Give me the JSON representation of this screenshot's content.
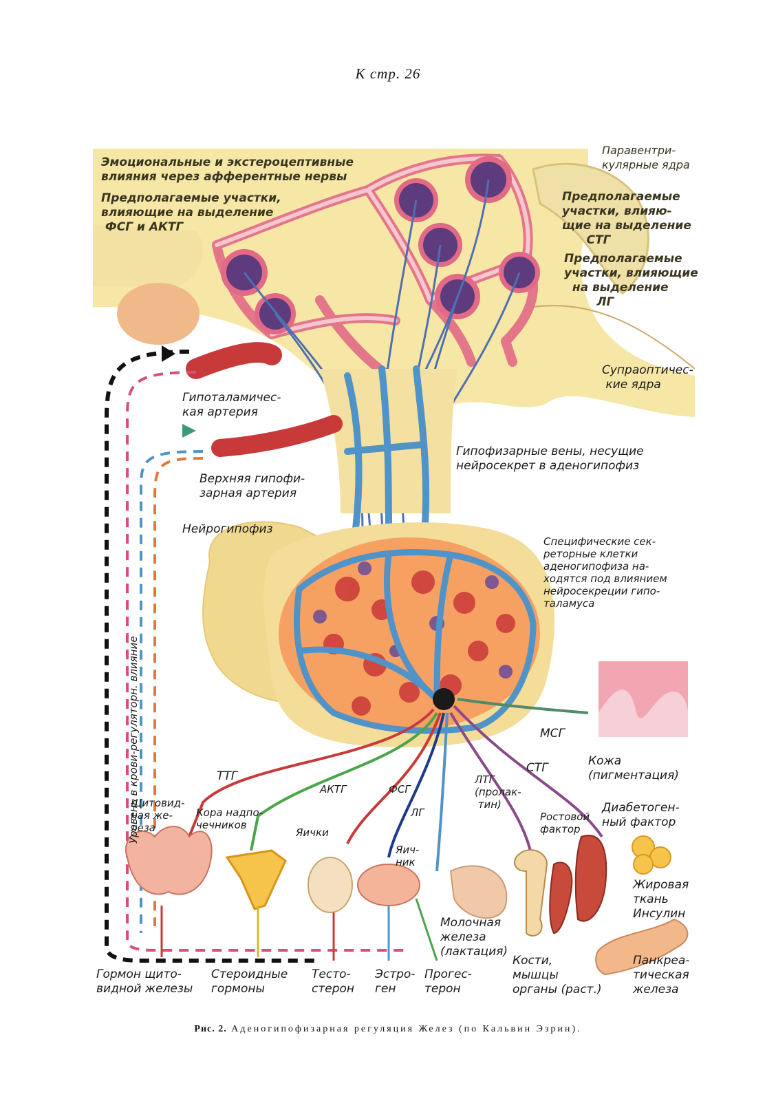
{
  "header": {
    "page_ref": "К   стр.   26"
  },
  "figure": {
    "labels": {
      "emotional": "Эмоциональные и экстероцептивные\nвлияния через афферентные нервы",
      "assumed_fsg_aktg": "Предполагаемые участки,\nвлияющие на выделение\n ФСГ и АКТГ",
      "paraventricular": "Паравентри-\nкулярные ядра",
      "assumed_stg": "Предполагаемые\nучастки, влияю-\nщие на выделение\n      СТГ",
      "assumed_lg": "Предполагаемые\nучастки, влияющие\n  на выделение\n        ЛГ",
      "supraoptic": "Супраоптичес-\n кие ядра",
      "hypothalamic_artery": "Гипоталамичес-\nкая артерия",
      "hypophyseal_veins": "Гипофизарные вены, несущие\nнейросекрет в аденогипофиз",
      "superior_artery": "Верхняя гипофи-\nзарная артерия",
      "neurohypophysis": "Нейрогипофиз",
      "specific_cells": "Специфические сек-\nреторные клетки\nаденогипофиза на-\nходятся под влиянием\nнейросекреции гипо-\nталамуса",
      "vertical_blood": "Уровень в крови-регуляторн. влияние",
      "msg": "МСГ",
      "skin": "Кожа\n(пигментация)",
      "ttg": "ТТГ",
      "aktg": "АКТГ",
      "fsg": "ФСГ",
      "ltg": "ЛТГ\n(пролак-\n тин)",
      "stg": "СТГ",
      "lg": "ЛГ",
      "thyroid": "Щитовид-\nная же-\nлеза",
      "adrenal_cortex": "Кора надпо-\nчечников",
      "testes": "Яички",
      "ovaries": "Яич-\nник",
      "growth_factor": "Ростовой\nфактор",
      "diabetogenic": "Диабетоген-\nный фактор",
      "adipose": "Жировая\nткань\nИнсулин",
      "mammary": "Молочная\nжелеза\n(лактация)",
      "bones": "Кости,\nмышцы\nорганы (раст.)",
      "pancreas": "Панкреа-\nтическая\nжелеза",
      "thyroid_hormone": "Гормон щито-\nвидной железы",
      "steroid": "Стероидные\nгормоны",
      "testosterone": "Тесто-\nстерон",
      "estrogen": "Эстро-\nген",
      "progesterone": "Прогес-\nтерон"
    }
  },
  "caption": {
    "prefix": "Рис. 2.",
    "text": " Аденогипофизарная регуляция Желез (по Кальвин Эзрин)."
  },
  "colors": {
    "background_tissue": "#f6e7a6",
    "vessel_pink": "#e26a86",
    "vein_blue": "#4f93c9",
    "nucleus_purple": "#5d3b7c",
    "artery_red": "#c83a3a"
  }
}
